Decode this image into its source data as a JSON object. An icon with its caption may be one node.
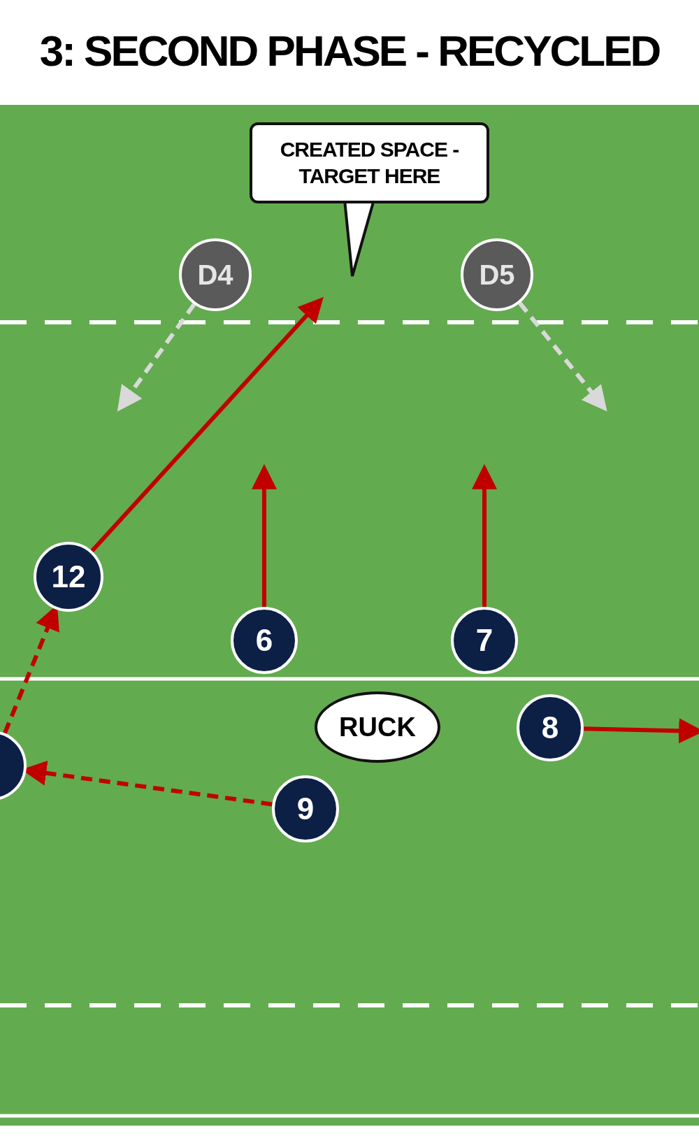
{
  "diagram": {
    "title": "3: SECOND PHASE - RECYCLED",
    "nodes": [
      {
        "text": [
          "CREATED SPACE - TARGET HERE"
        ]
      },
      {
        "text": [
          "D4"
        ]
      },
      {
        "text": [
          "D5"
        ]
      },
      {
        "text": [
          "12"
        ]
      },
      {
        "text": [
          "6"
        ]
      },
      {
        "text": [
          "7"
        ]
      },
      {
        "text": [
          "RUCK"
        ]
      },
      {
        "text": [
          "8"
        ]
      },
      {
        "text": [],
        "shape": "circle"
      },
      {
        "text": [
          "9"
        ]
      }
    ],
    "edges": [
      {
        "from": 0,
        "to": null,
        "arrow": "none",
        "color": "#111111"
      },
      {
        "from": 1,
        "to": null,
        "arrow": "to",
        "style": "dashed",
        "color": "#d9d9d9"
      },
      {
        "from": 2,
        "to": null,
        "arrow": "to",
        "style": "dashed",
        "color": "#d9d9d9"
      },
      {
        "from": 3,
        "to": null,
        "arrow": "to"
      },
      {
        "from": 4,
        "to": null,
        "arrow": "to"
      },
      {
        "from": 5,
        "to": null,
        "arrow": "to"
      },
      {
        "from": 7,
        "to": null,
        "arrow": "to"
      },
      {
        "from": 9,
        "to": 8,
        "arrow": "to",
        "style": "dashed"
      },
      {
        "from": 8,
        "to": 3,
        "arrow": "to",
        "style": "dashed"
      }
    ]
  }
}
